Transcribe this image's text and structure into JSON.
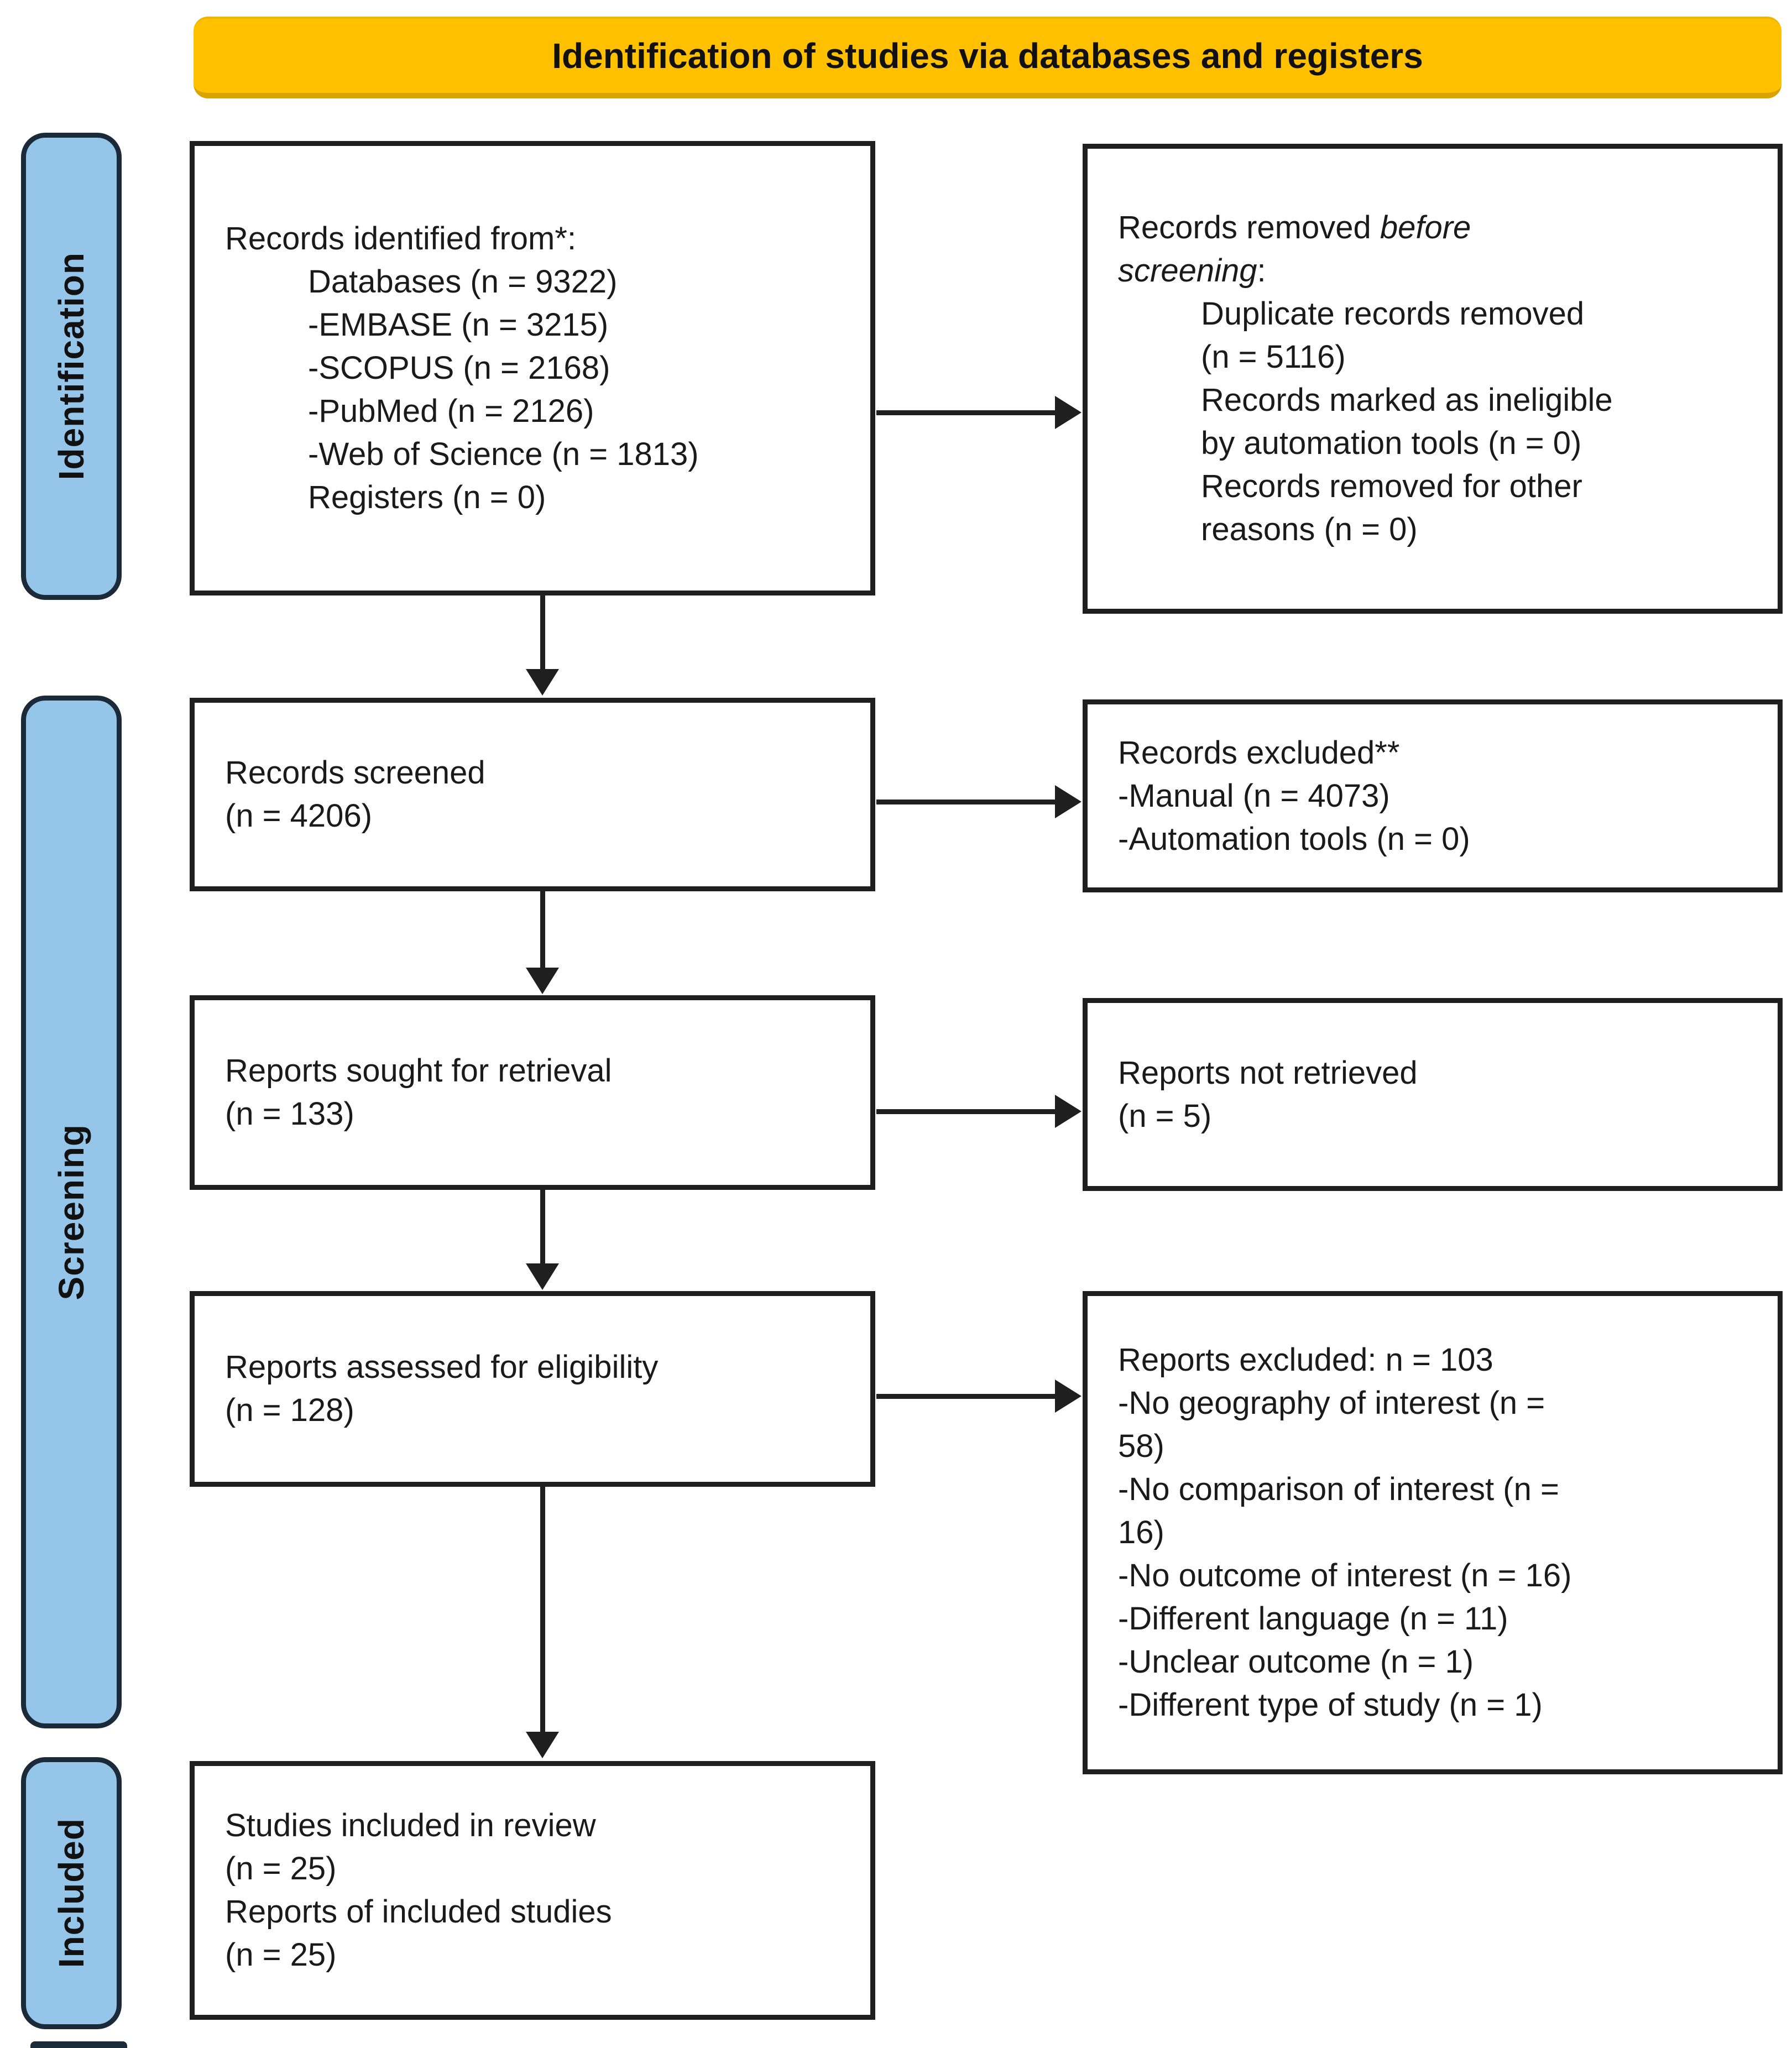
{
  "banner": {
    "title": "Identification of studies via databases and registers"
  },
  "stages": {
    "identification": "Identification",
    "screening": "Screening",
    "included": "Included"
  },
  "colors": {
    "banner_bg": "#FFC000",
    "banner_edge": "#D9A300",
    "stage_bg": "#95C5E8",
    "stage_border": "#1B2A38",
    "box_border": "#1F1F1F",
    "arrow": "#1F1F1F"
  },
  "boxes": {
    "records_identified": {
      "title": "Records identified from*:",
      "items": [
        "Databases (n = 9322)",
        "-EMBASE (n = 3215)",
        "-SCOPUS (n = 2168)",
        "-PubMed (n = 2126)",
        "-Web of Science (n = 1813)",
        "Registers (n = 0)"
      ]
    },
    "records_removed": {
      "title_normal": "Records removed ",
      "title_italic": "before",
      "title_italic2": "screening",
      "title_colon": ":",
      "items": [
        "Duplicate records removed",
        "(n = 5116)",
        "Records marked as ineligible",
        "by automation tools (n = 0)",
        "Records removed for other",
        "reasons (n = 0)"
      ]
    },
    "records_screened": {
      "lines": [
        "Records screened",
        "(n = 4206)"
      ]
    },
    "records_excluded": {
      "lines": [
        "Records excluded**",
        "-Manual (n = 4073)",
        "-Automation tools (n = 0)"
      ]
    },
    "reports_sought": {
      "lines": [
        "Reports sought for retrieval",
        "(n = 133)"
      ]
    },
    "reports_not_retrieved": {
      "lines": [
        "Reports not retrieved",
        "(n = 5)"
      ]
    },
    "reports_assessed": {
      "lines": [
        "Reports assessed for eligibility",
        "(n = 128)"
      ]
    },
    "reports_excluded": {
      "lines": [
        "Reports excluded: n = 103",
        "-No geography of interest (n =",
        "58)",
        "-No comparison of interest (n =",
        "16)",
        "-No outcome of interest (n = 16)",
        "-Different language (n = 11)",
        "-Unclear outcome (n = 1)",
        "-Different type of study (n = 1)"
      ]
    },
    "studies_included": {
      "lines": [
        "Studies included in review",
        "(n = 25)",
        "Reports of included studies",
        "(n = 25)"
      ]
    }
  }
}
